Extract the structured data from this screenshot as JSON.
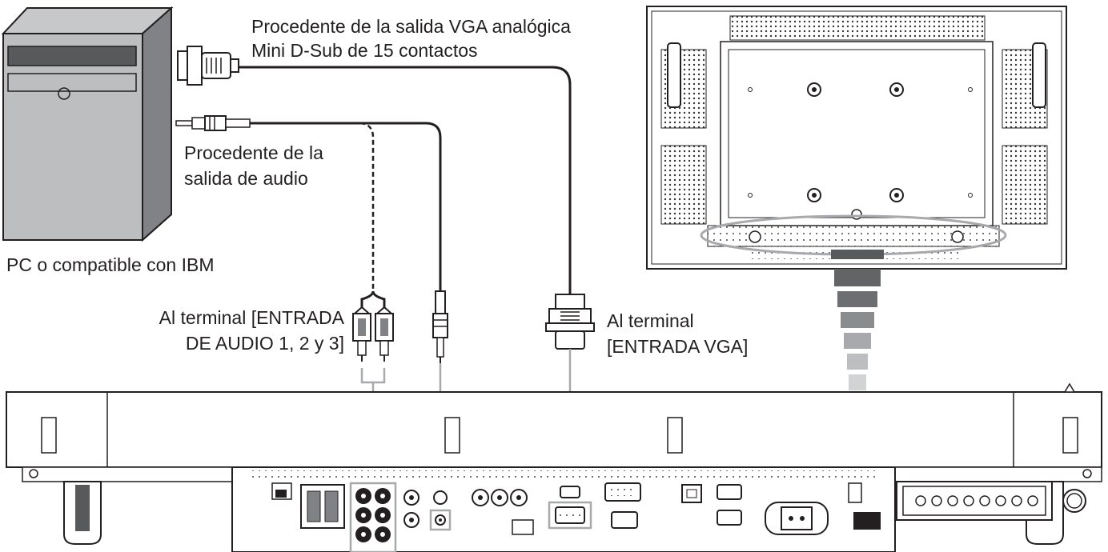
{
  "labels": {
    "vga_source_line1": "Procedente de la salida VGA analógica",
    "vga_source_line2": "Mini D-Sub de 15 contactos",
    "audio_source_line1": "Procedente de la",
    "audio_source_line2": "salida de audio",
    "pc_caption": "PC o compatible con IBM",
    "audio_terminal_line1": "Al terminal [ENTRADA",
    "audio_terminal_line2": "DE AUDIO 1, 2 y 3]",
    "vga_terminal_line1": "Al terminal",
    "vga_terminal_line2": "[ENTRADA VGA]"
  }
}
